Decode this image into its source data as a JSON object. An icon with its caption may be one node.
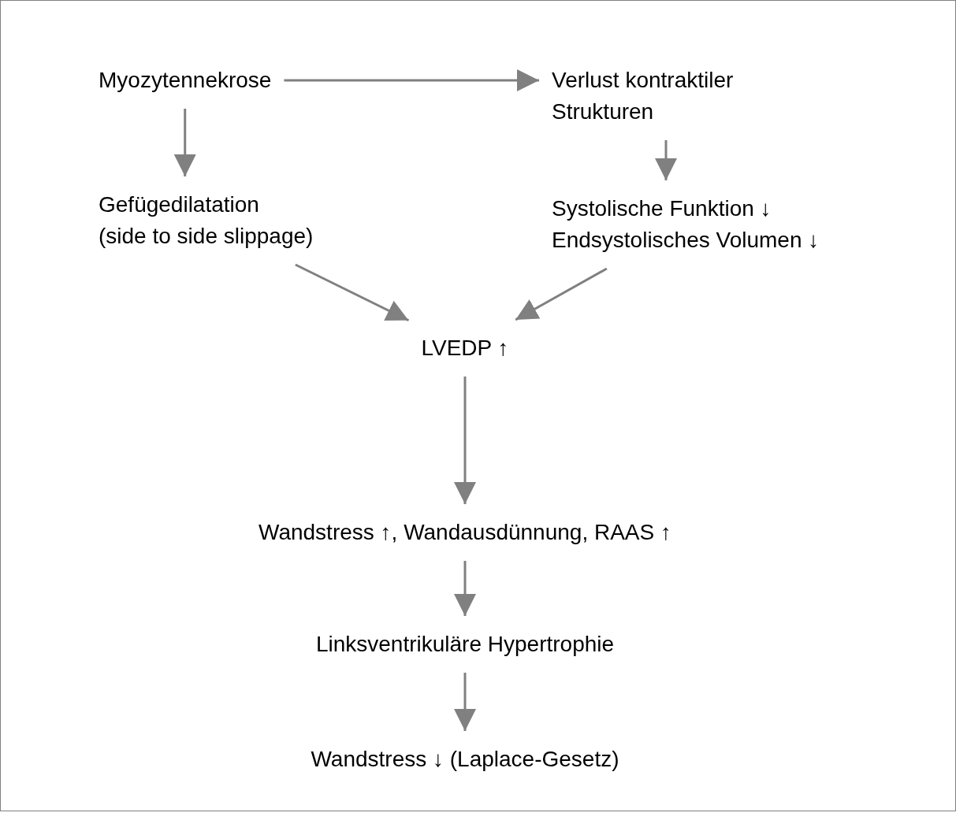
{
  "diagram": {
    "nodes": [
      {
        "text": [
          "Myozytennekrose"
        ]
      },
      {
        "text": [
          "Verlust kontraktiler Strukturen"
        ]
      },
      {
        "text": [
          "Gefügedilatation",
          "(side to side slippage)"
        ]
      },
      {
        "text": [
          "Systolische Funktion ↓",
          "Endsystolisches Volumen ↓"
        ]
      },
      {
        "text": [
          "LVEDP ↑"
        ]
      },
      {
        "text": [
          "Wandstress ↑, Wandausdünnung, RAAS ↑"
        ]
      },
      {
        "text": [
          "Linksventrikuläre Hypertrophie"
        ]
      },
      {
        "text": [
          "Wandstress ↓ (Laplace-Gesetz)"
        ]
      }
    ],
    "edges": [
      {
        "from": 0,
        "to": 1,
        "arrow": "to"
      },
      {
        "from": 0,
        "to": 2,
        "arrow": "to"
      },
      {
        "from": 1,
        "to": 3,
        "arrow": "to"
      },
      {
        "from": 2,
        "to": 4,
        "arrow": "to"
      },
      {
        "from": 3,
        "to": 4,
        "arrow": "to"
      },
      {
        "from": 4,
        "to": 5,
        "arrow": "to"
      },
      {
        "from": 5,
        "to": 6,
        "arrow": "to"
      },
      {
        "from": 6,
        "to": 7,
        "arrow": "to"
      }
    ]
  }
}
